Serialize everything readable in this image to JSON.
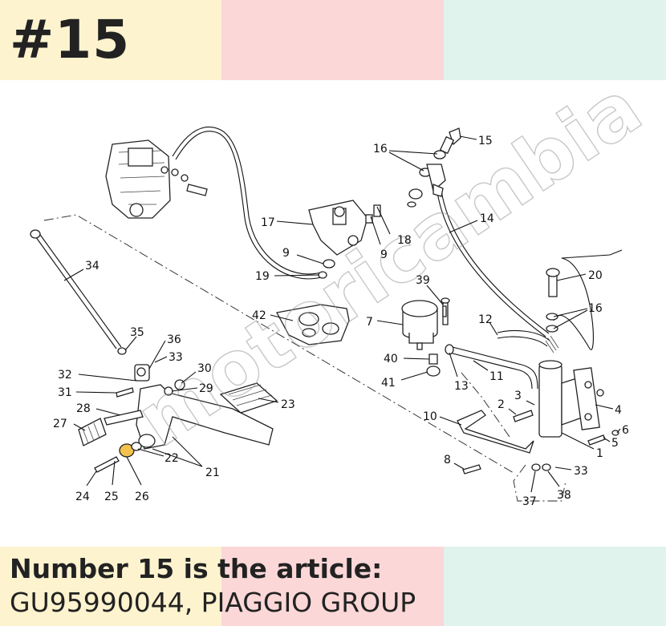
{
  "header": {
    "title": "#15",
    "band_colors": [
      "#fdf3cf",
      "#fbd7d7",
      "#e0f3ec"
    ]
  },
  "footer": {
    "line1": "Number 15 is the article:",
    "line2": "GU95990044, PIAGGIO GROUP"
  },
  "watermark": {
    "text": "motoricambia",
    "colors": [
      "#e05a5a",
      "#f2c14e",
      "#6fc3a8"
    ]
  },
  "diagram": {
    "callouts": [
      "15",
      "16",
      "14",
      "17",
      "18",
      "9",
      "9",
      "19",
      "34",
      "42",
      "39",
      "7",
      "20",
      "16",
      "12",
      "35",
      "36",
      "33",
      "32",
      "30",
      "29",
      "31",
      "23",
      "28",
      "27",
      "22",
      "21",
      "24",
      "25",
      "26",
      "40",
      "41",
      "11",
      "13",
      "3",
      "2",
      "4",
      "6",
      "5",
      "10",
      "1",
      "8",
      "33",
      "37",
      "38"
    ]
  }
}
